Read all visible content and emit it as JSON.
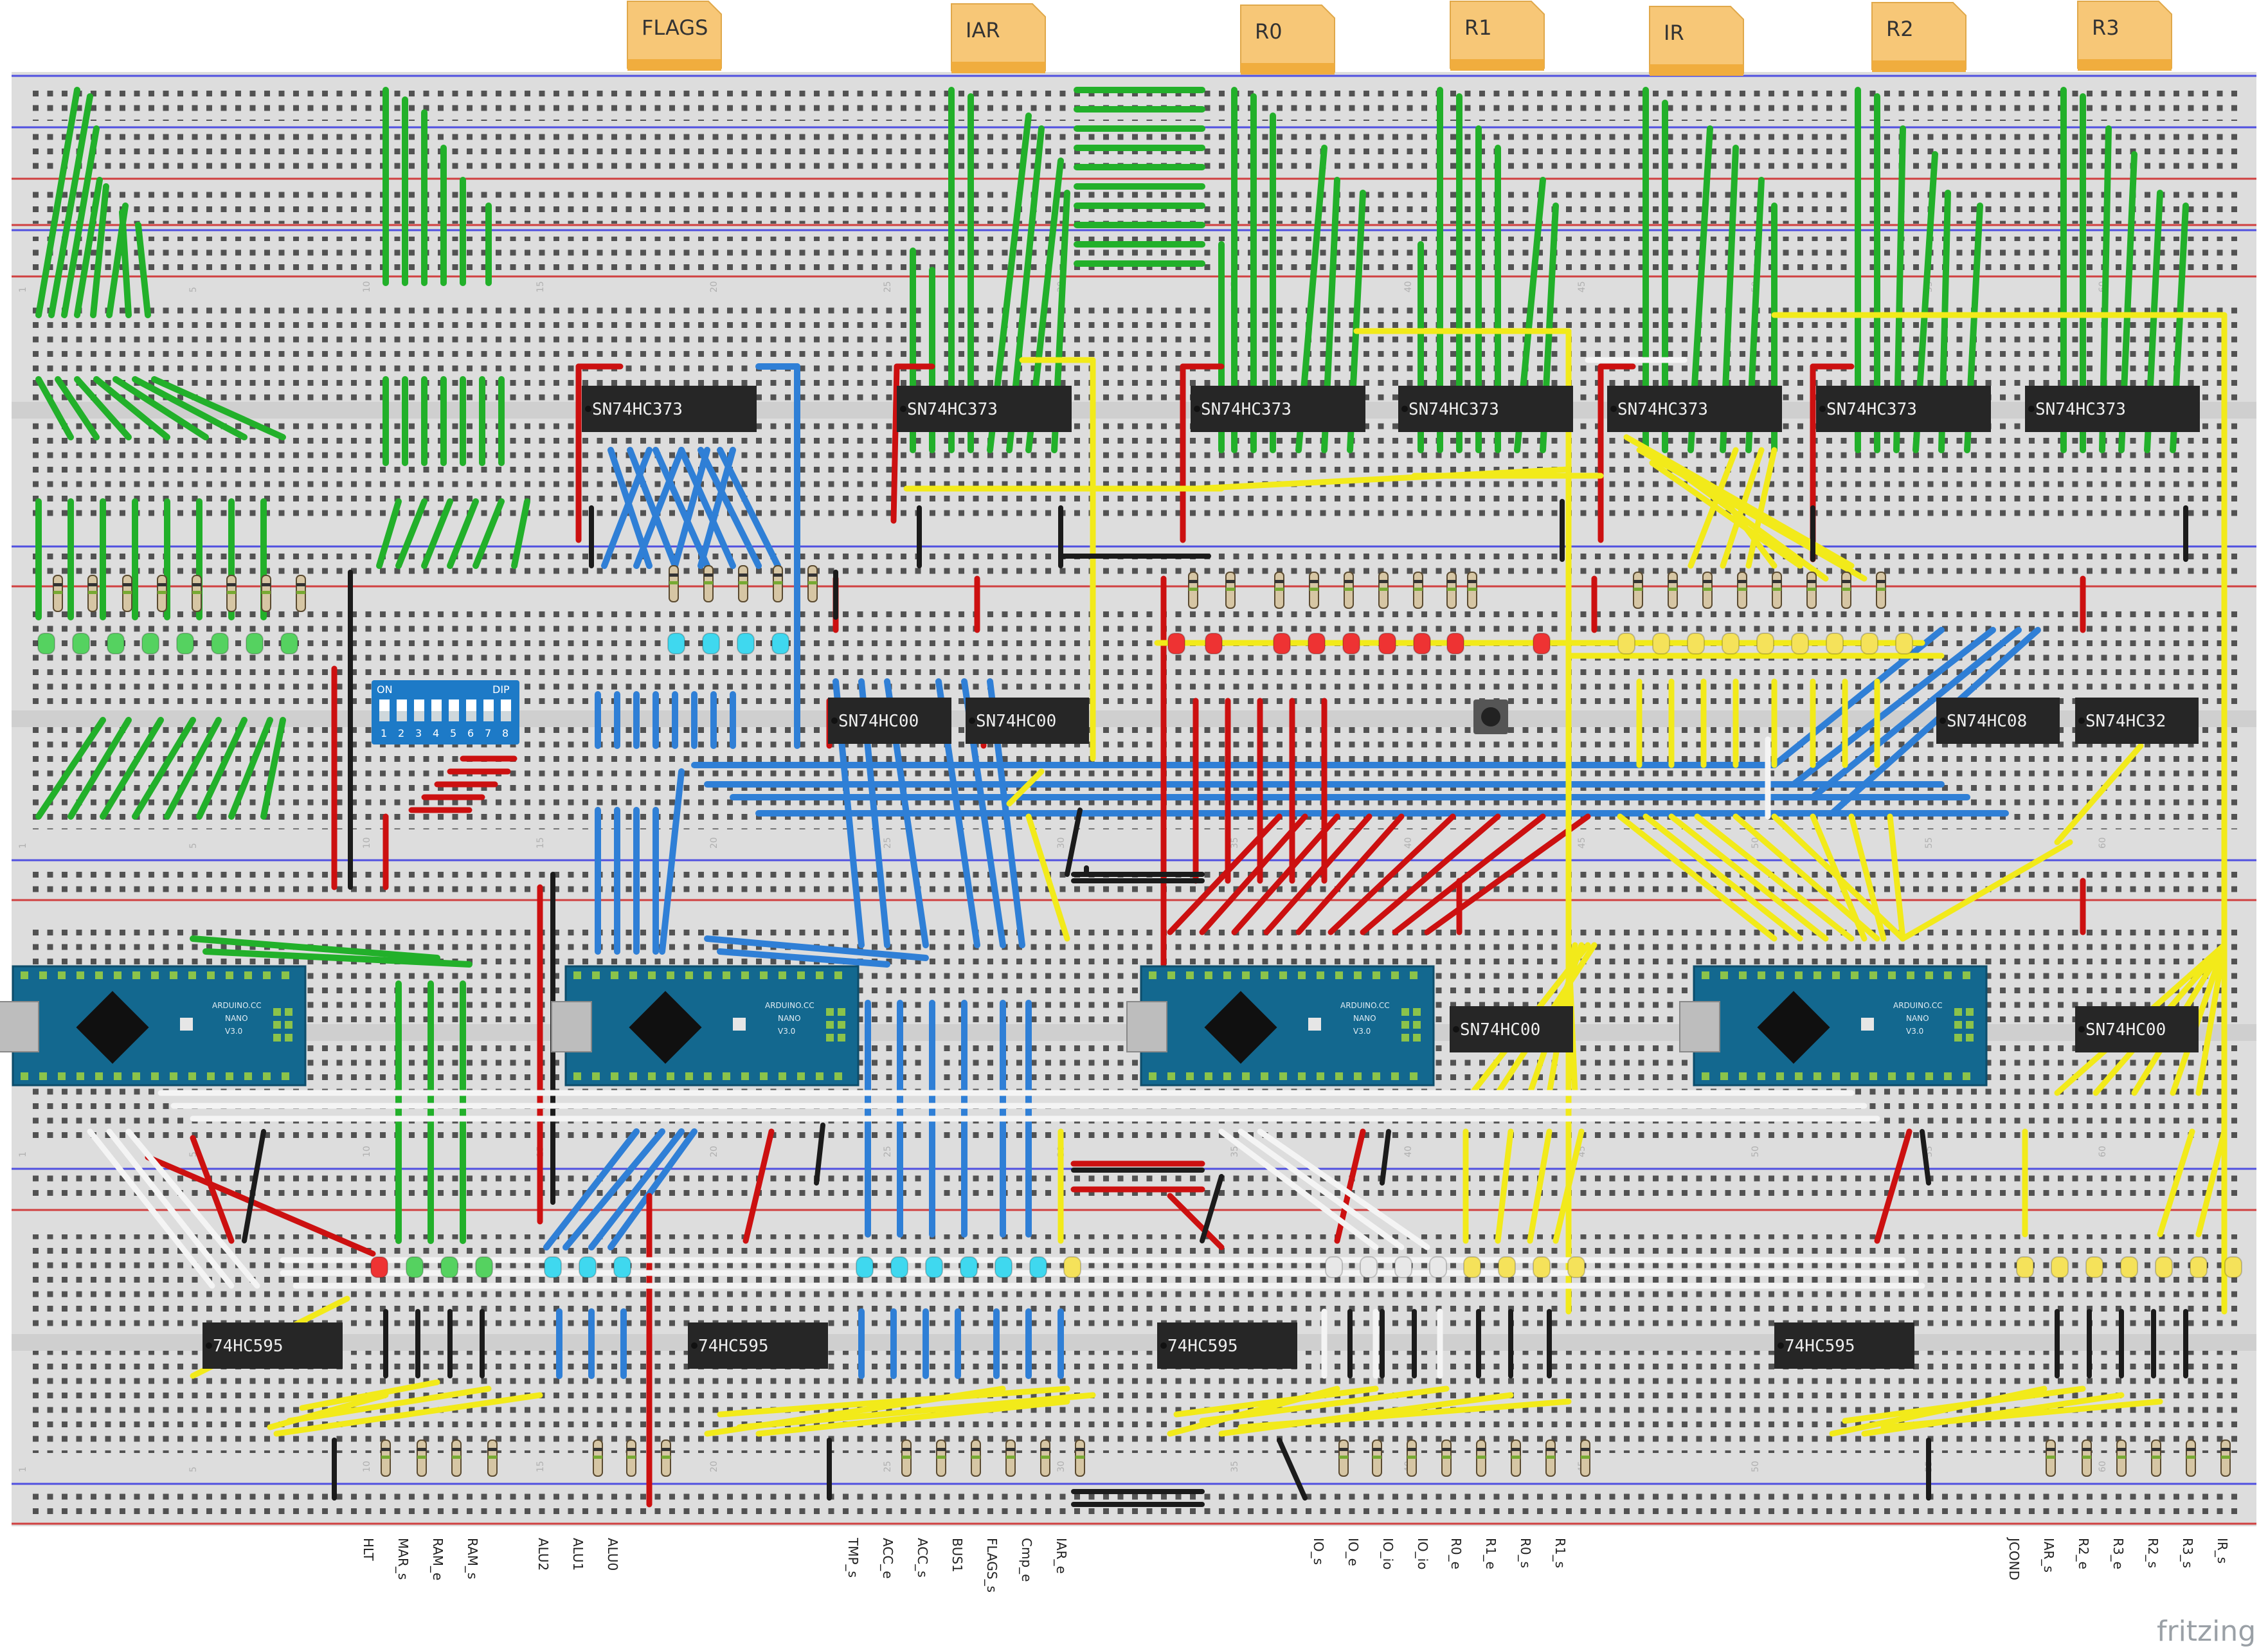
{
  "register_tags": [
    "FLAGS",
    "IAR",
    "R0",
    "R1",
    "IR",
    "R2",
    "R3"
  ],
  "chips_top_row": [
    "SN74HC373",
    "SN74HC373",
    "SN74HC373",
    "SN74HC373",
    "SN74HC373",
    "SN74HC373",
    "SN74HC373"
  ],
  "chips_mid_row": [
    "SN74HC00",
    "SN74HC00",
    "SN74HC08",
    "SN74HC32"
  ],
  "chips_nano_row": [
    "SN74HC00",
    "SN74HC00"
  ],
  "chips_shift": [
    "74HC595",
    "74HC595",
    "74HC595",
    "74HC595"
  ],
  "dip_switch": {
    "on_label": "ON",
    "dip_label": "DIP",
    "numbers": [
      "1",
      "2",
      "3",
      "4",
      "5",
      "6",
      "7",
      "8"
    ]
  },
  "arduino_nano": {
    "brand": "ARDUINO.CC",
    "model": "NANO",
    "version": "V3.0"
  },
  "signal_labels_group1": [
    "HLT",
    "MAR_s",
    "RAM_e",
    "RAM_s",
    "ALU2",
    "ALU1",
    "ALU0"
  ],
  "signal_labels_group2": [
    "TMP_s",
    "ACC_e",
    "ACC_s",
    "BUS1",
    "FLAGS_s",
    "Cmp_e",
    "IAR_e"
  ],
  "signal_labels_group3": [
    "IO_s",
    "IO_e",
    "IO_io",
    "IO_io",
    "R0_e",
    "R1_e",
    "R0_s",
    "R1_s"
  ],
  "signal_labels_group4": [
    "JCOND",
    "IAR_s",
    "R2_e",
    "R3_e",
    "R2_s",
    "R3_s",
    "IR_s"
  ],
  "column_numbers": [
    "1",
    "5",
    "10",
    "15",
    "20",
    "25",
    "30",
    "35",
    "40",
    "45",
    "50",
    "55",
    "60"
  ],
  "watermark": "fritzing",
  "colors": {
    "breadboard": "#dcdcdc",
    "wire_green": "#22b02a",
    "wire_blue": "#2f7fd6",
    "wire_red": "#cc1010",
    "wire_yellow": "#f2ea1a",
    "wire_black": "#1b1b1b",
    "wire_white": "#ececec",
    "chip": "#262626",
    "nano": "#13688f",
    "tag": "#f5c56b"
  }
}
